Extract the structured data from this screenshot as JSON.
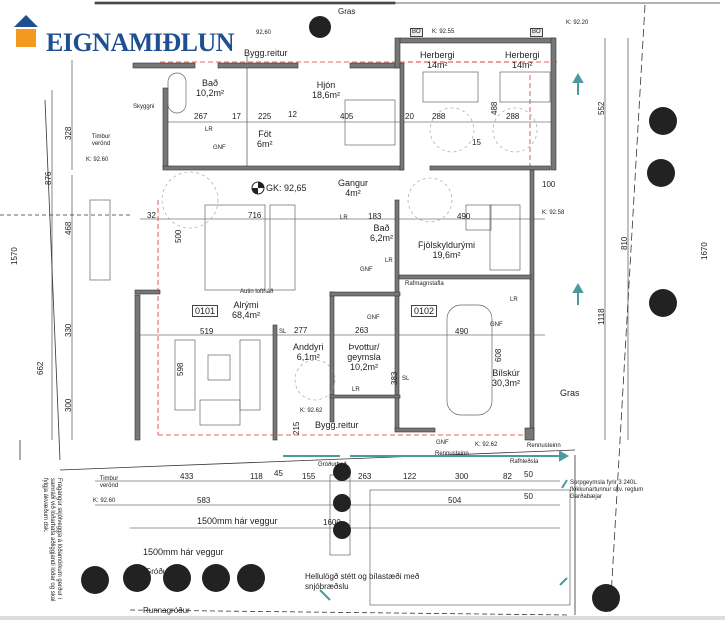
{
  "logo": {
    "text": "EIGNAMIÐLUN",
    "roof_color": "#1d4f91",
    "square_color": "#f39a1e"
  },
  "rooms": [
    {
      "name": "Bað",
      "area": "10,2m²"
    },
    {
      "name": "Hjón",
      "area": "18,6m²"
    },
    {
      "name": "Herbergi",
      "area": "14m²"
    },
    {
      "name": "Herbergi",
      "area": "14m²"
    },
    {
      "name": "Föt",
      "area": "6m²"
    },
    {
      "name": "Gangur",
      "area": "4m²"
    },
    {
      "name": "Bað",
      "area": "6,2m²"
    },
    {
      "name": "Fjölskyldurými",
      "area": "19,6m²"
    },
    {
      "name": "Alrými",
      "area": "68,4m²"
    },
    {
      "name": "Anddyri",
      "area": "6,1m²"
    },
    {
      "name": "Þvottur/ geymsla",
      "area": "10,2m²"
    },
    {
      "name": "Bílskúr",
      "area": "30,3m²"
    }
  ],
  "unit_ids": [
    "0101",
    "0102"
  ],
  "labels": {
    "gras_top": "Gras",
    "gras_right": "Gras",
    "bygg_reitur_top": "Bygg.reitur",
    "bygg_reitur_bottom": "Bygg.reitur",
    "skyggni": "Skyggni",
    "timbur_veronnd_1": "Timbur verönd",
    "k_timbur_1": "K: 92.60",
    "timbur_veronnd_2": "Timbur verönd",
    "k_timbur_2": "K: 92.60",
    "gk": "GK: 92,65",
    "k_9255": "K: 92.55",
    "k_9220": "K: 92.20",
    "k_9258": "K: 92.58",
    "k_9262a": "K: 92.62",
    "k_9262b": "K: 92.62",
    "k_9260_top": "92,60",
    "bo": "BO",
    "lr": "LR",
    "gnf": "GNF",
    "sl": "SL",
    "autin": "Autin loftháð",
    "rafmagnstafla": "Rafmagnstafla",
    "rennusteinn": "Rennusteinn",
    "rafhledsla": "Rafhleðsla",
    "grodurbed": "Gróðurbeð",
    "wall_1": "1500mm hár veggur",
    "wall_2": "1500mm hár veggur",
    "sorp": "Sorpgeymsla fyrir 3 240L flokkunartunnur skv. reglum Garðabæjar",
    "hellulogd": "Hellulögð stétt og bílastæði með snjóbræðslu",
    "runnagrodur": "Runnagróður",
    "fragangur": "Frágangur skjólveggja á lóðamörkum gerður í samráði við lóðarhafa aðliggjandi lóðar og skal fylgja ákvæðum dsk."
  },
  "dimensions": {
    "d_328": "328",
    "d_876": "876",
    "d_468": "468",
    "d_1570": "1570",
    "d_330": "330",
    "d_662": "662",
    "d_300": "300",
    "d_267": "267",
    "d_17": "17",
    "d_225": "225",
    "d_12": "12",
    "d_405": "405",
    "d_20": "20",
    "d_288a": "288",
    "d_288b": "288",
    "d_488": "488",
    "d_15": "15",
    "d_100": "100",
    "d_552": "552",
    "d_1670": "1670",
    "d_1118": "1118",
    "d_810": "810",
    "d_716": "716",
    "d_500": "500",
    "d_32": "32",
    "d_183": "183",
    "d_490a": "490",
    "d_490b": "490",
    "d_519": "519",
    "d_277": "277",
    "d_263a": "263",
    "d_608": "608",
    "d_598": "598",
    "d_383": "383",
    "d_215": "215",
    "d_433": "433",
    "d_118": "118",
    "d_45": "45",
    "d_155": "155",
    "d_263b": "263",
    "d_122": "122",
    "d_300b": "300",
    "d_82": "82",
    "d_50a": "50",
    "d_583": "583",
    "d_504": "504",
    "d_50b": "50",
    "d_1600": "1600"
  },
  "colors": {
    "wall": "#555555",
    "accent_arrow": "#4a9aa0",
    "bygg_line": "#e03030"
  }
}
